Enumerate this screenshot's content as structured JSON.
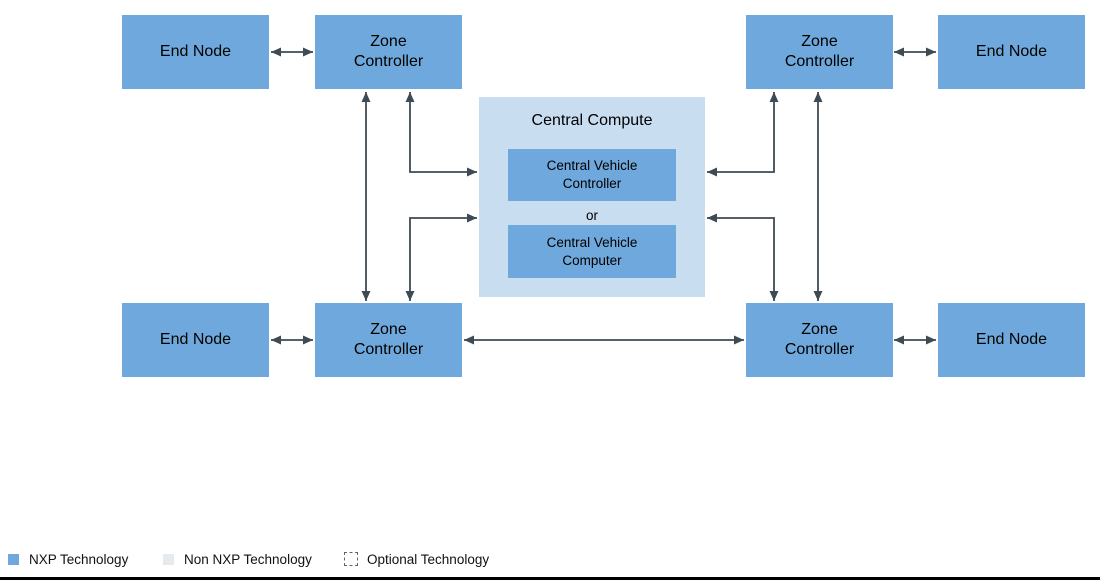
{
  "colors": {
    "nxp_blue": "#6FA8DC",
    "non_nxp_gray": "#E6EAED",
    "central_compute_bg": "#C9DDF1",
    "arrow_line": "#3E4A54"
  },
  "nodes": {
    "end_node_top_left": {
      "label": "End Node"
    },
    "zone_top_left": {
      "label": "Zone\nController"
    },
    "zone_top_right": {
      "label": "Zone\nController"
    },
    "end_node_top_right": {
      "label": "End Node"
    },
    "end_node_bottom_left": {
      "label": "End Node"
    },
    "zone_bottom_left": {
      "label": "Zone\nController"
    },
    "zone_bottom_right": {
      "label": "Zone\nController"
    },
    "end_node_bottom_right": {
      "label": "End Node"
    }
  },
  "central": {
    "title": "Central Compute",
    "option1": "Central Vehicle\nController",
    "separator": "or",
    "option2": "Central Vehicle\nComputer"
  },
  "legend": {
    "items": [
      {
        "label": "NXP Technology",
        "swatch": "nxp"
      },
      {
        "label": "Non NXP Technology",
        "swatch": "non-nxp"
      },
      {
        "label": "Optional Technology",
        "swatch": "optional"
      }
    ]
  }
}
